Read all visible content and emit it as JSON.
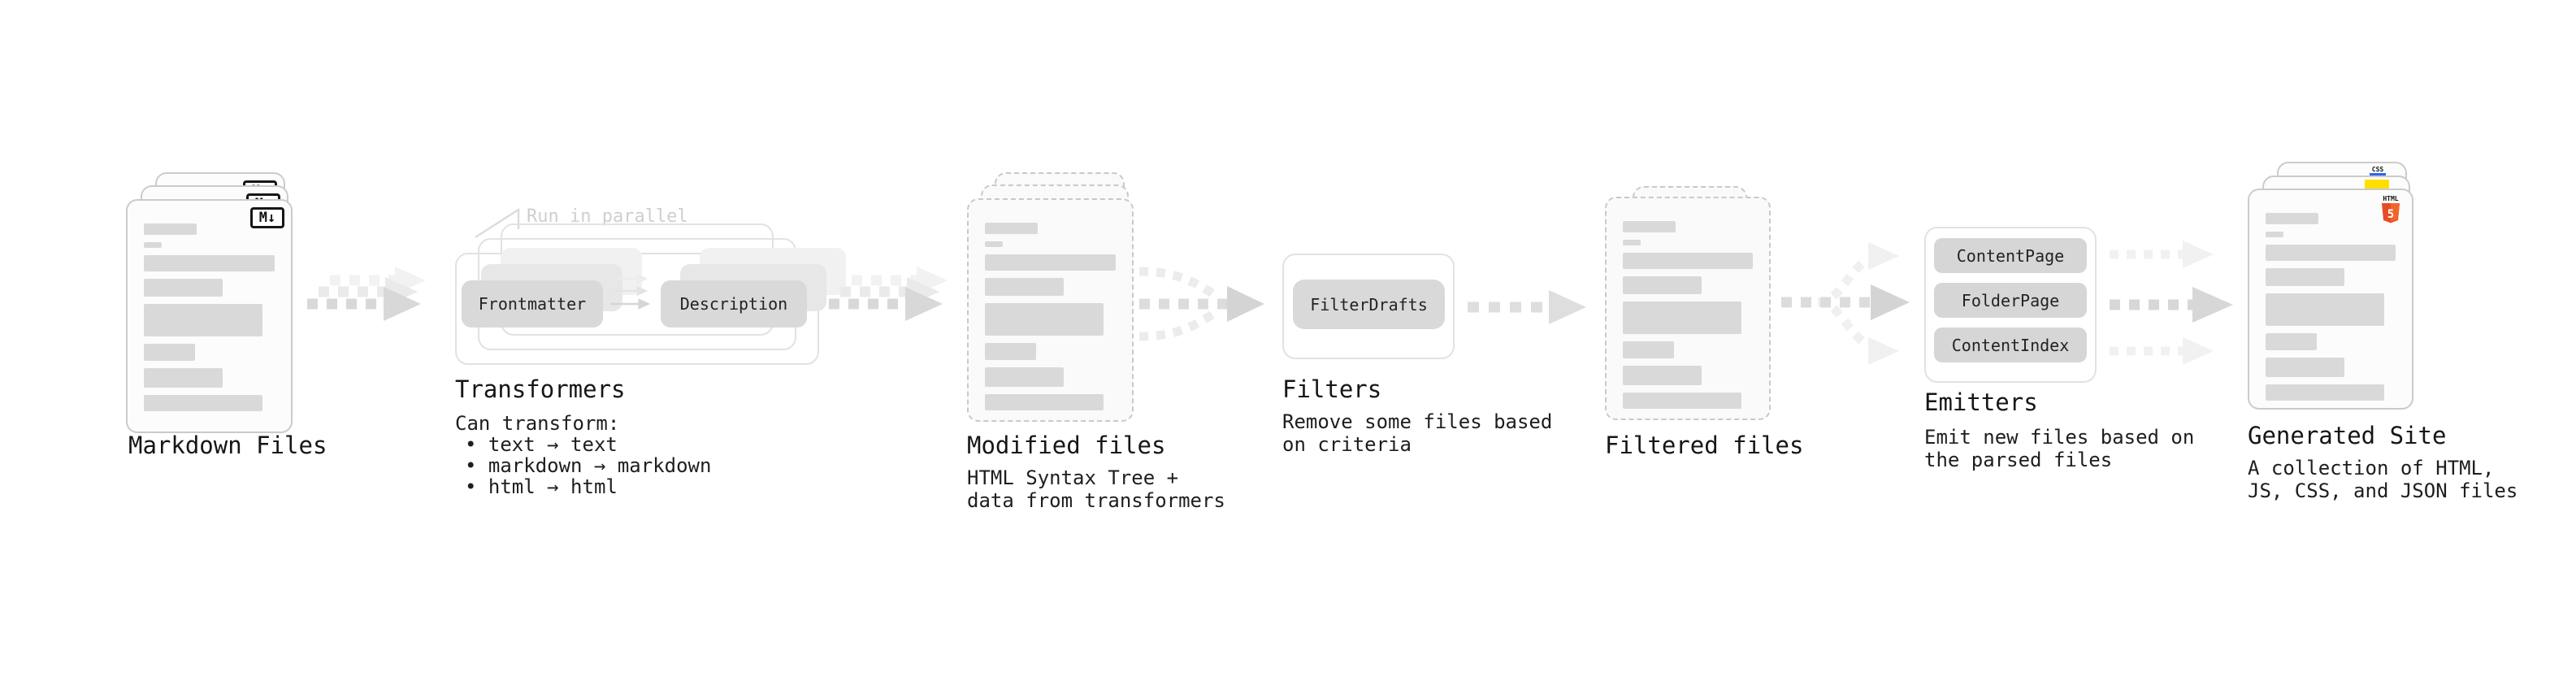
{
  "diagram": {
    "markdown": {
      "label": "Markdown Files",
      "badge": "M↓"
    },
    "transformers": {
      "annotation": "Run in parallel",
      "pill_left": "Frontmatter",
      "pill_right": "Description",
      "title": "Transformers",
      "desc_heading": "Can transform:",
      "bullets": [
        "• text → text",
        "• markdown → markdown",
        "• html → html"
      ]
    },
    "modified": {
      "label": "Modified files",
      "desc": "HTML Syntax Tree +\ndata from transformers"
    },
    "filters": {
      "title": "Filters",
      "pill": "FilterDrafts",
      "desc": "Remove some files based\non criteria"
    },
    "filtered": {
      "label": "Filtered files"
    },
    "emitters": {
      "title": "Emitters",
      "pills": [
        "ContentPage",
        "FolderPage",
        "ContentIndex"
      ],
      "desc": "Emit new files based on\nthe parsed files"
    },
    "generated": {
      "label": "Generated Site",
      "desc": "A collection of HTML,\nJS, CSS, and JSON files",
      "badge_css": "CSS",
      "badge_html_top": "HTML",
      "badge_html_num": "5"
    }
  },
  "colors": {
    "html5": "#e44d26",
    "html5_light": "#f16529",
    "js": "#ffdf00",
    "css": "#2f63f0"
  }
}
